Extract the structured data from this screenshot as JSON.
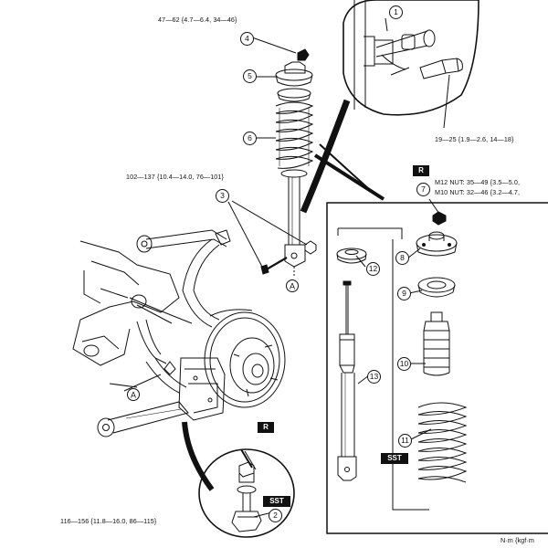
{
  "torque_labels": {
    "top_nut": "47—62 {4.7—6.4, 34—46}",
    "bracket_bolt": "19—25 {1.9—2.6, 14—18}",
    "lower_mount": "102—137 {10.4—14.0, 76—101}",
    "m12_nut": "M12 NUT: 35—49 {3.5—5.0,",
    "m10_nut": "M10 NUT: 32—46 {3.2—4.7,",
    "ball_joint": "116—156 {11.8—16.0, 86—115}"
  },
  "unit_label": "N·m {kgf·m",
  "badges": {
    "replace_top": "R",
    "replace_bottom": "R",
    "sst_assembly": "SST",
    "sst_balljoint": "SST"
  },
  "callouts": [
    "1",
    "2",
    "3",
    "4",
    "5",
    "6",
    "7",
    "8",
    "9",
    "10",
    "11",
    "12",
    "13"
  ],
  "reference_marks": [
    "A",
    "A"
  ],
  "colors": {
    "ink": "#111111",
    "paper": "#ffffff"
  }
}
